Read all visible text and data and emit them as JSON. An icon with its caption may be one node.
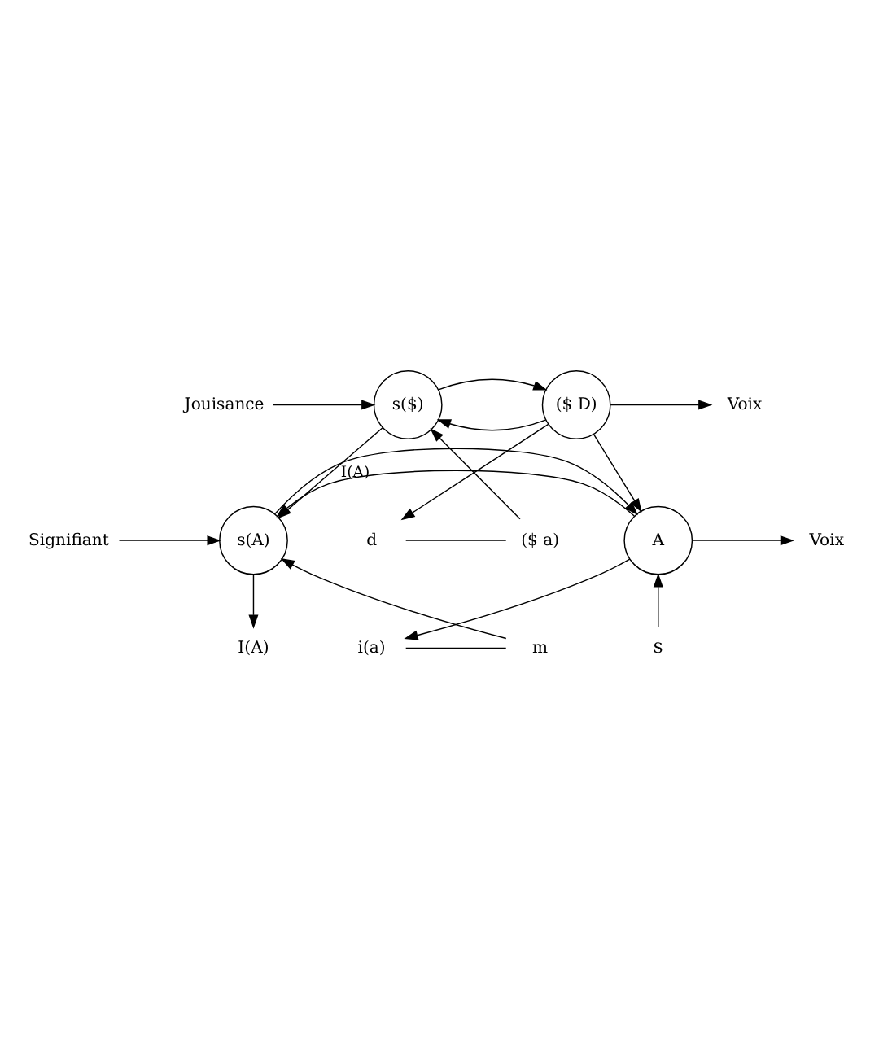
{
  "diagram": {
    "nodes": [
      {
        "text": [
          "s($)"
        ]
      },
      {
        "text": [
          "($ D)"
        ]
      },
      {
        "text": [
          "s(A)"
        ]
      },
      {
        "text": [
          "A"
        ]
      },
      {
        "text": [
          "Jouisance"
        ]
      },
      {
        "text": [
          "Voix"
        ]
      },
      {
        "text": [
          "($ a)"
        ]
      },
      {
        "text": [
          "d"
        ]
      },
      {
        "text": [
          "Signifiant"
        ]
      },
      {
        "text": [
          "Voix"
        ]
      },
      {
        "text": [
          "m"
        ]
      },
      {
        "text": [
          "i(a)"
        ]
      },
      {
        "text": [
          "I(A)"
        ]
      },
      {
        "text": [
          "$"
        ]
      }
    ],
    "edges": [
      {
        "from": 1,
        "to": 0,
        "arrow": "to"
      },
      {
        "from": 0,
        "to": 1,
        "arrow": "to"
      },
      {
        "from": 4,
        "to": 0,
        "arrow": "to"
      },
      {
        "from": 1,
        "to": 5,
        "arrow": "to"
      },
      {
        "from": 1,
        "to": 7,
        "arrow": "to"
      },
      {
        "from": 7,
        "to": 6,
        "arrow": "none"
      },
      {
        "from": 6,
        "to": 0,
        "arrow": "to"
      },
      {
        "from": 0,
        "to": 2,
        "arrow": "to",
        "label": "I(A)"
      },
      {
        "from": 1,
        "to": 3,
        "arrow": "to"
      },
      {
        "from": 3,
        "to": 2,
        "arrow": "to"
      },
      {
        "from": 2,
        "to": 3,
        "arrow": "to"
      },
      {
        "from": 8,
        "to": 2,
        "arrow": "to"
      },
      {
        "from": 3,
        "to": 9,
        "arrow": "to"
      },
      {
        "from": 3,
        "to": 11,
        "arrow": "to"
      },
      {
        "from": 11,
        "to": 10,
        "arrow": "none"
      },
      {
        "from": 10,
        "to": 2,
        "arrow": "to"
      },
      {
        "from": 2,
        "to": 12,
        "arrow": "to"
      },
      {
        "from": 13,
        "to": 3,
        "arrow": "to"
      }
    ]
  }
}
